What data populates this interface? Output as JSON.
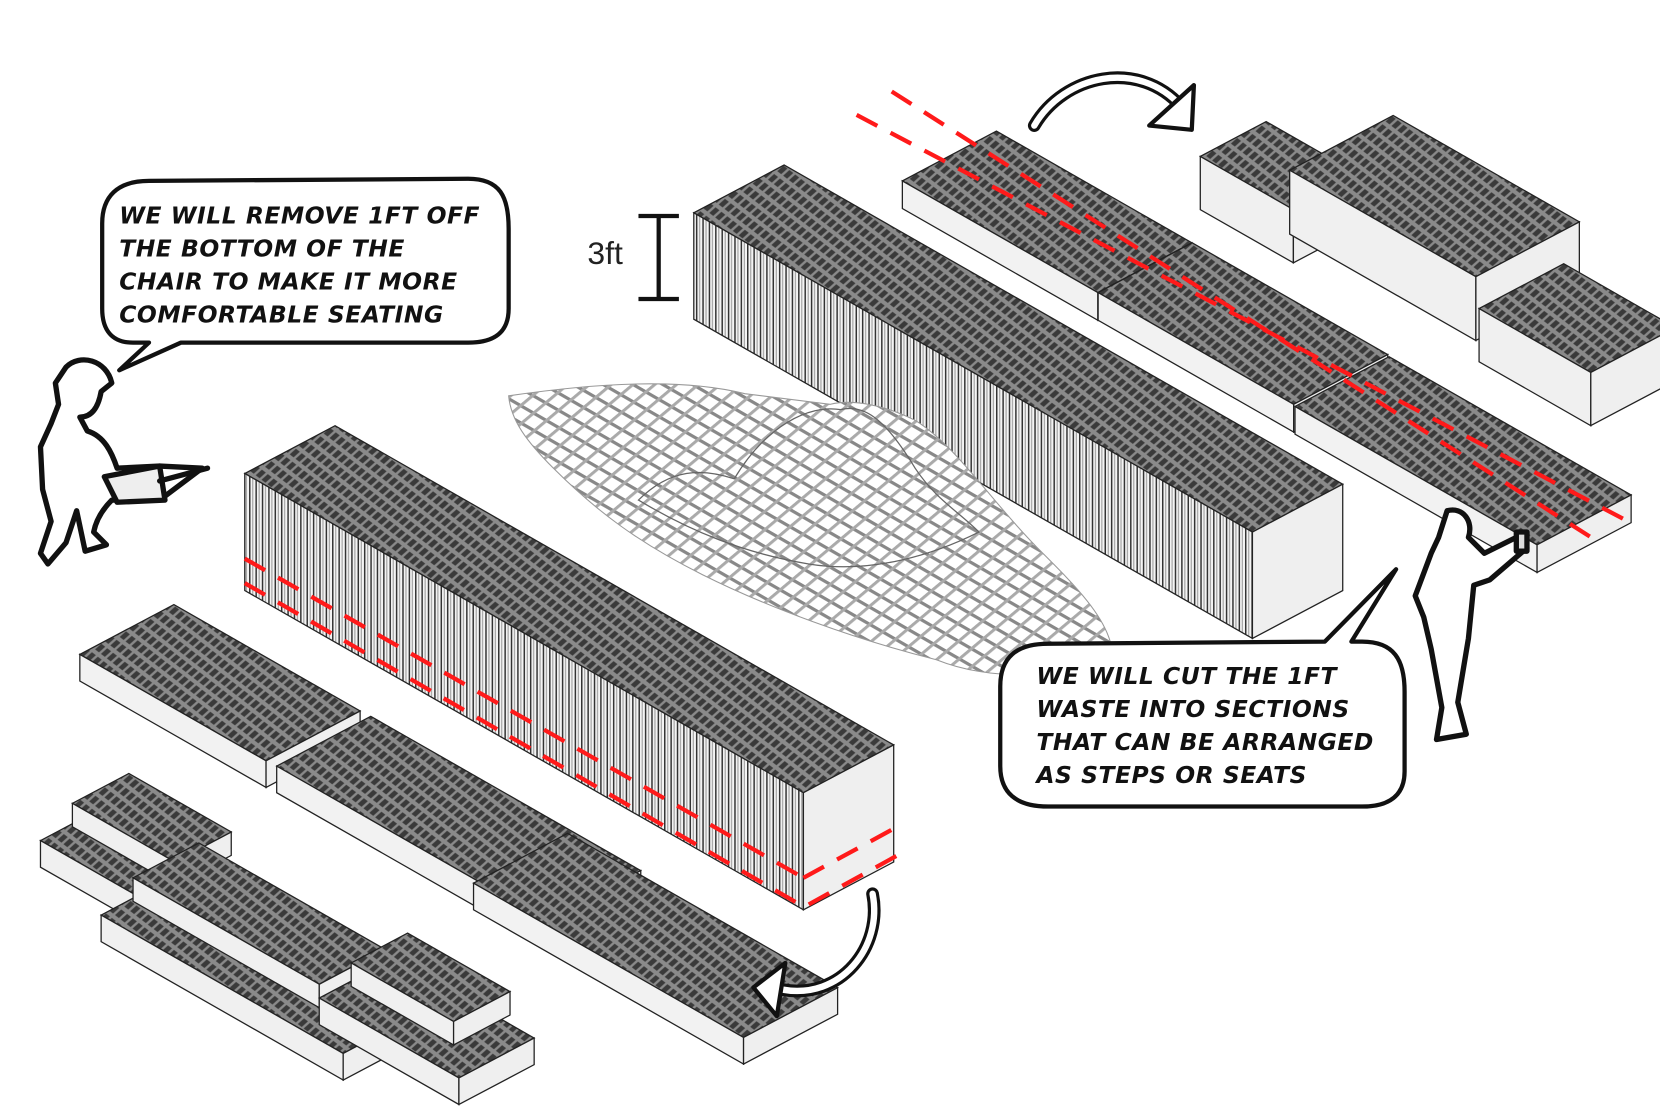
{
  "diagram": {
    "dimension_label": "3ft",
    "callouts": [
      {
        "speaker": "person-with-chainsaw",
        "lines": [
          "WE WILL REMOVE 1FT OFF",
          "THE BOTTOM OF THE",
          "CHAIR TO MAKE IT MORE",
          "COMFORTABLE SEATING"
        ]
      },
      {
        "speaker": "person-with-spray-can",
        "lines": [
          "WE WILL CUT THE 1FT",
          "WASTE INTO SECTIONS",
          "THAT CAN BE ARRANGED",
          "AS STEPS OR SEATS"
        ]
      }
    ],
    "colors": {
      "cut_line": "#ff1a1a",
      "outline": "#111111",
      "grid_top": "#6a6a6a",
      "face_light": "#efefef"
    }
  }
}
